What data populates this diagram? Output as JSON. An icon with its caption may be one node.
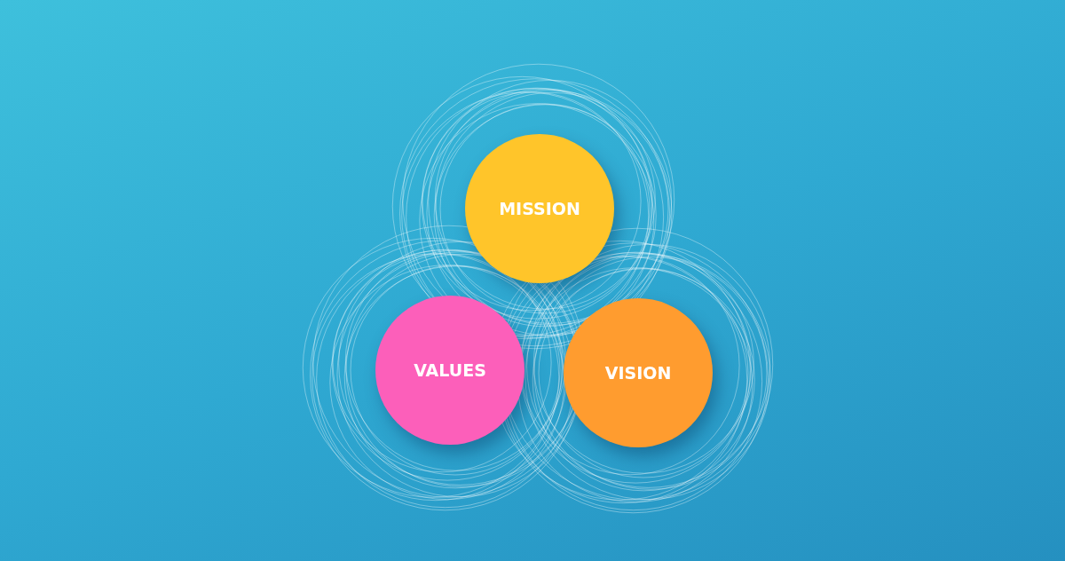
{
  "diagram": {
    "nodes": [
      {
        "text": [
          "MISSION"
        ]
      },
      {
        "text": [
          "VALUES"
        ]
      },
      {
        "text": [
          "VISION"
        ]
      }
    ]
  }
}
